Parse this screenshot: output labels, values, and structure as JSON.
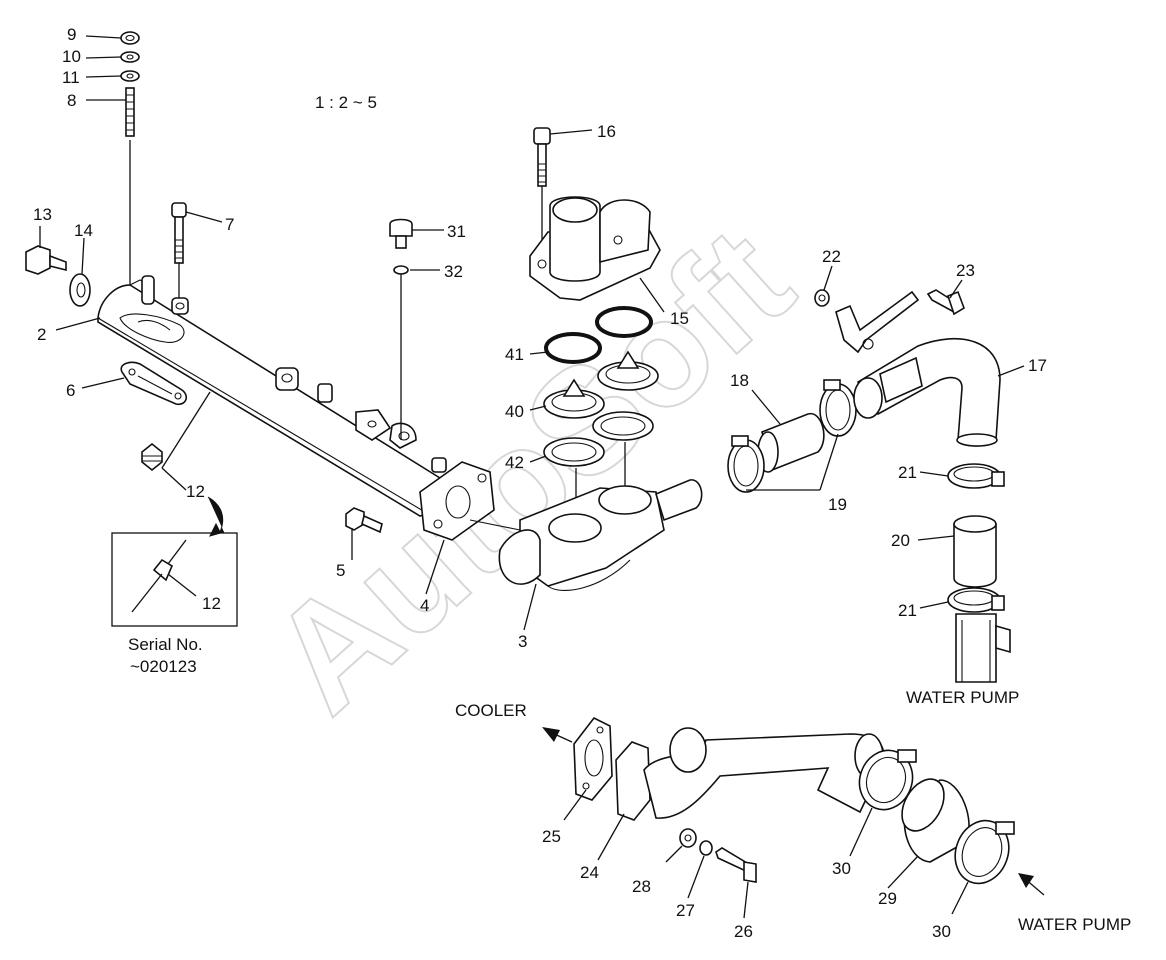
{
  "diagram": {
    "scale": "1 : 2 ~ 5",
    "watermark": "AutoSoft",
    "inset": {
      "serial_label": "Serial No.",
      "serial_value": "~020123",
      "part_number": "12"
    },
    "flow_labels": {
      "cooler": "COOLER",
      "water_pump_upper": "WATER PUMP",
      "water_pump_lower": "WATER PUMP"
    },
    "callouts": {
      "p2": "2",
      "p3": "3",
      "p4": "4",
      "p5": "5",
      "p6": "6",
      "p7": "7",
      "p8": "8",
      "p9": "9",
      "p10": "10",
      "p11": "11",
      "p12": "12",
      "p13": "13",
      "p14": "14",
      "p15": "15",
      "p16": "16",
      "p17": "17",
      "p18": "18",
      "p19": "19",
      "p20": "20",
      "p21a": "21",
      "p21b": "21",
      "p22": "22",
      "p23": "23",
      "p24": "24",
      "p25": "25",
      "p26": "26",
      "p27": "27",
      "p28": "28",
      "p29": "29",
      "p30a": "30",
      "p30b": "30",
      "p31": "31",
      "p32": "32",
      "p40": "40",
      "p41": "41",
      "p42": "42"
    }
  }
}
